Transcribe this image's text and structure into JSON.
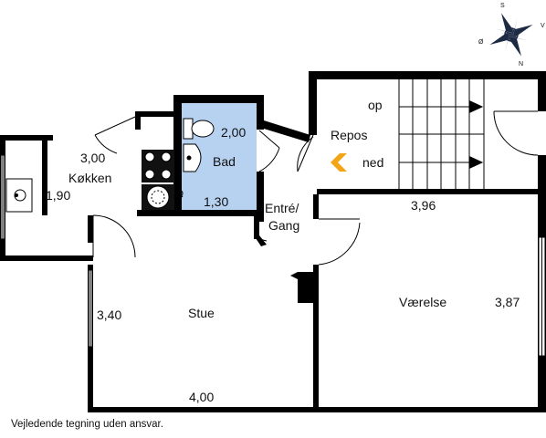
{
  "rooms": {
    "kitchen": {
      "name": "Køkken",
      "width": "3,00",
      "depth": "1,90"
    },
    "bath": {
      "name": "Bad",
      "width": "2,00",
      "depth": "1,30"
    },
    "entrance": {
      "name_line1": "Entré/",
      "name_line2": "Gang"
    },
    "landing": {
      "name": "Repos",
      "stair_up": "op",
      "stair_down": "ned",
      "width": "3,96"
    },
    "living": {
      "name": "Stue",
      "width": "4,00",
      "depth": "3,40"
    },
    "bedroom": {
      "name": "Værelse",
      "depth": "3,87"
    }
  },
  "compass": {
    "n": "N",
    "s": "S",
    "v": "V",
    "o": "Ø"
  },
  "disclaimer": "Vejledende tegning uden ansvar.",
  "colors": {
    "wall": "#000000",
    "bath_fill": "#b7d2f1",
    "arrow": "#f2a516"
  }
}
